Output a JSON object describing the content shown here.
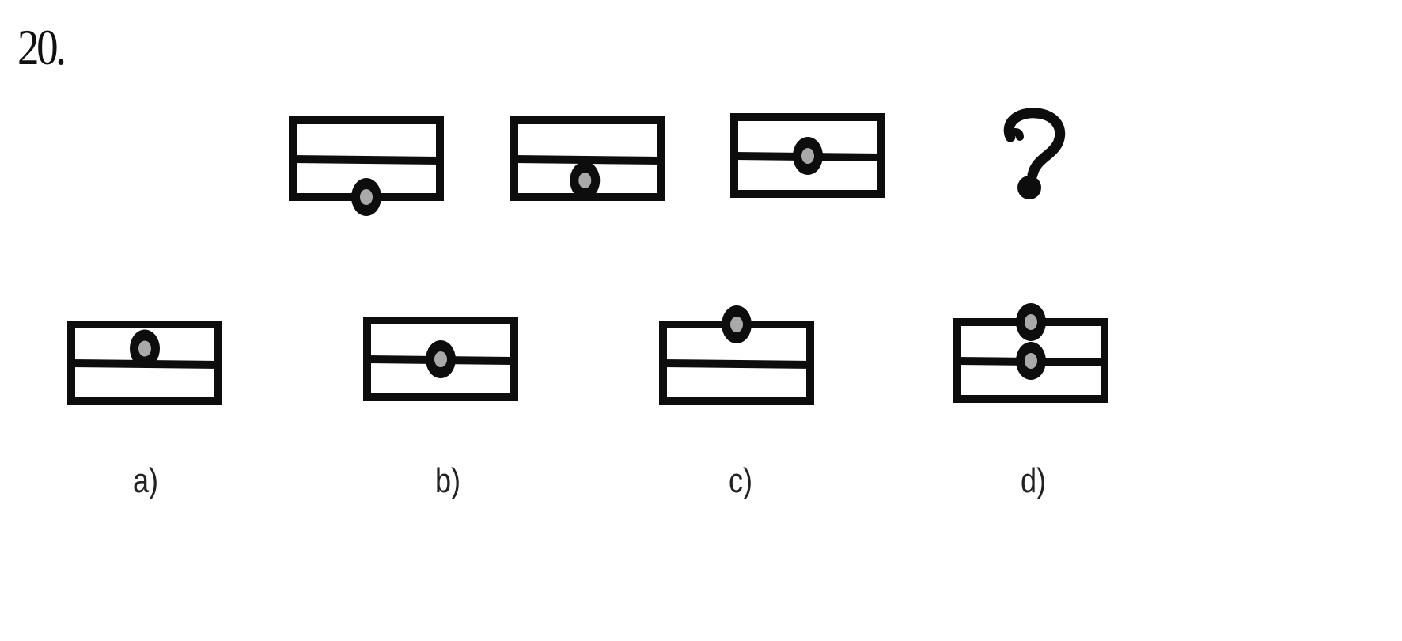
{
  "question": {
    "number": "20."
  },
  "sequence": {
    "frames": [
      {
        "marks": [
          {
            "line": "bottom",
            "t": 0.5
          }
        ]
      },
      {
        "marks": [
          {
            "line": "between-middle-bottom",
            "t": 0.48
          }
        ]
      },
      {
        "marks": [
          {
            "line": "middle",
            "t": 0.5
          }
        ]
      }
    ],
    "unknown": "?"
  },
  "options": [
    {
      "label": "a)",
      "marks": [
        {
          "line": "between-top-middle",
          "t": 0.5
        }
      ]
    },
    {
      "label": "b)",
      "marks": [
        {
          "line": "middle",
          "t": 0.5
        }
      ]
    },
    {
      "label": "c)",
      "marks": [
        {
          "line": "top",
          "t": 0.5
        }
      ]
    },
    {
      "label": "d)",
      "marks": [
        {
          "line": "top",
          "t": 0.5
        },
        {
          "line": "middle",
          "t": 0.5
        }
      ]
    }
  ],
  "colors": {
    "ink": "#0d0d0d",
    "dot": "#a9a9a9",
    "background": "#ffffff"
  }
}
